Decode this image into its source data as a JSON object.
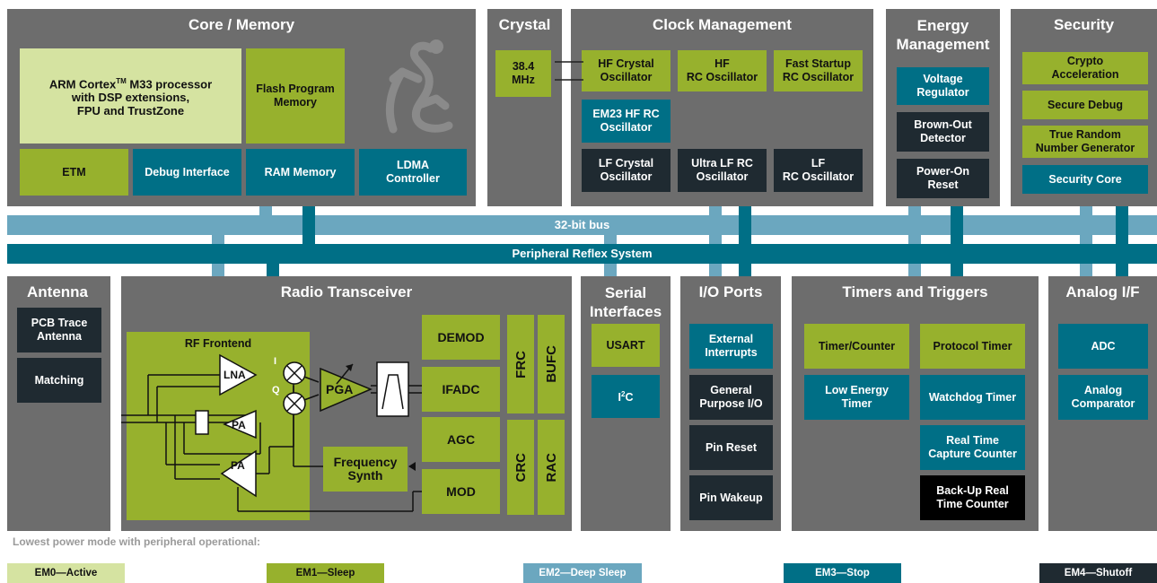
{
  "sections": {
    "core": "Core / Memory",
    "crystal": "Crystal",
    "clock": "Clock Management",
    "energy": "Energy\nManagement",
    "security": "Security",
    "antenna": "Antenna",
    "radio": "Radio Transceiver",
    "serial": "Serial\nInterfaces",
    "io": "I/O Ports",
    "timers": "Timers and Triggers",
    "analog": "Analog I/F"
  },
  "core": {
    "cpu_pre": "ARM Cortex",
    "cpu_tm": "TM",
    "cpu_post": " M33 processor\nwith DSP extensions,\nFPU and TrustZone",
    "flash": "Flash Program\nMemory",
    "etm": "ETM",
    "debug": "Debug Interface",
    "ram": "RAM Memory",
    "ldma": "LDMA\nController"
  },
  "crystal": {
    "freq": "38.4\nMHz"
  },
  "clock": {
    "hf_crystal": "HF Crystal\nOscillator",
    "hf_rc": "HF\nRC Oscillator",
    "fast_rc": "Fast Startup\nRC Oscillator",
    "em23": "EM23 HF RC\nOscillator",
    "lf_crystal": "LF Crystal\nOscillator",
    "ulf_rc": "Ultra LF RC\nOscillator",
    "lf_rc": "LF\nRC Oscillator"
  },
  "energy": {
    "vreg": "Voltage\nRegulator",
    "bod": "Brown-Out\nDetector",
    "por": "Power-On\nReset"
  },
  "security": {
    "crypto": "Crypto\nAcceleration",
    "secdebug": "Secure Debug",
    "trng": "True Random\nNumber Generator",
    "core": "Security Core"
  },
  "buses": {
    "bus32": "32-bit bus",
    "prs": "Peripheral Reflex System"
  },
  "antenna": {
    "pcb": "PCB Trace\nAntenna",
    "matching": "Matching"
  },
  "radio": {
    "rf_frontend": "RF Frontend",
    "lna": "LNA",
    "pa": "PA",
    "i": "I",
    "q": "Q",
    "pga": "PGA",
    "freq_synth": "Frequency\nSynth",
    "demod": "DEMOD",
    "ifadc": "IFADC",
    "agc": "AGC",
    "mod": "MOD",
    "frc": "FRC",
    "bufc": "BUFC",
    "crc": "CRC",
    "rac": "RAC"
  },
  "serial": {
    "usart": "USART",
    "i2c_pre": "I",
    "i2c_sup": "2",
    "i2c_post": "C"
  },
  "io": {
    "ext_int": "External\nInterrupts",
    "gpio": "General\nPurpose I/O",
    "pin_reset": "Pin Reset",
    "pin_wakeup": "Pin Wakeup"
  },
  "timers": {
    "timer_counter": "Timer/Counter",
    "protocol": "Protocol Timer",
    "le_timer": "Low Energy\nTimer",
    "watchdog": "Watchdog Timer",
    "rtcc": "Real Time\nCapture Counter",
    "burtc": "Back-Up Real\nTime Counter"
  },
  "analog": {
    "adc": "ADC",
    "comparator": "Analog\nComparator"
  },
  "legend": {
    "title": "Lowest power mode with peripheral operational:",
    "items": [
      {
        "label": "EM0—Active",
        "color": "#d5e3a1"
      },
      {
        "label": "EM1—Sleep",
        "color": "#97b12d"
      },
      {
        "label": "EM2—Deep Sleep",
        "color": "#6ba7bf"
      },
      {
        "label": "EM3—Stop",
        "color": "#006f86"
      },
      {
        "label": "EM4—Shutoff",
        "color": "#1f2a31"
      }
    ]
  }
}
